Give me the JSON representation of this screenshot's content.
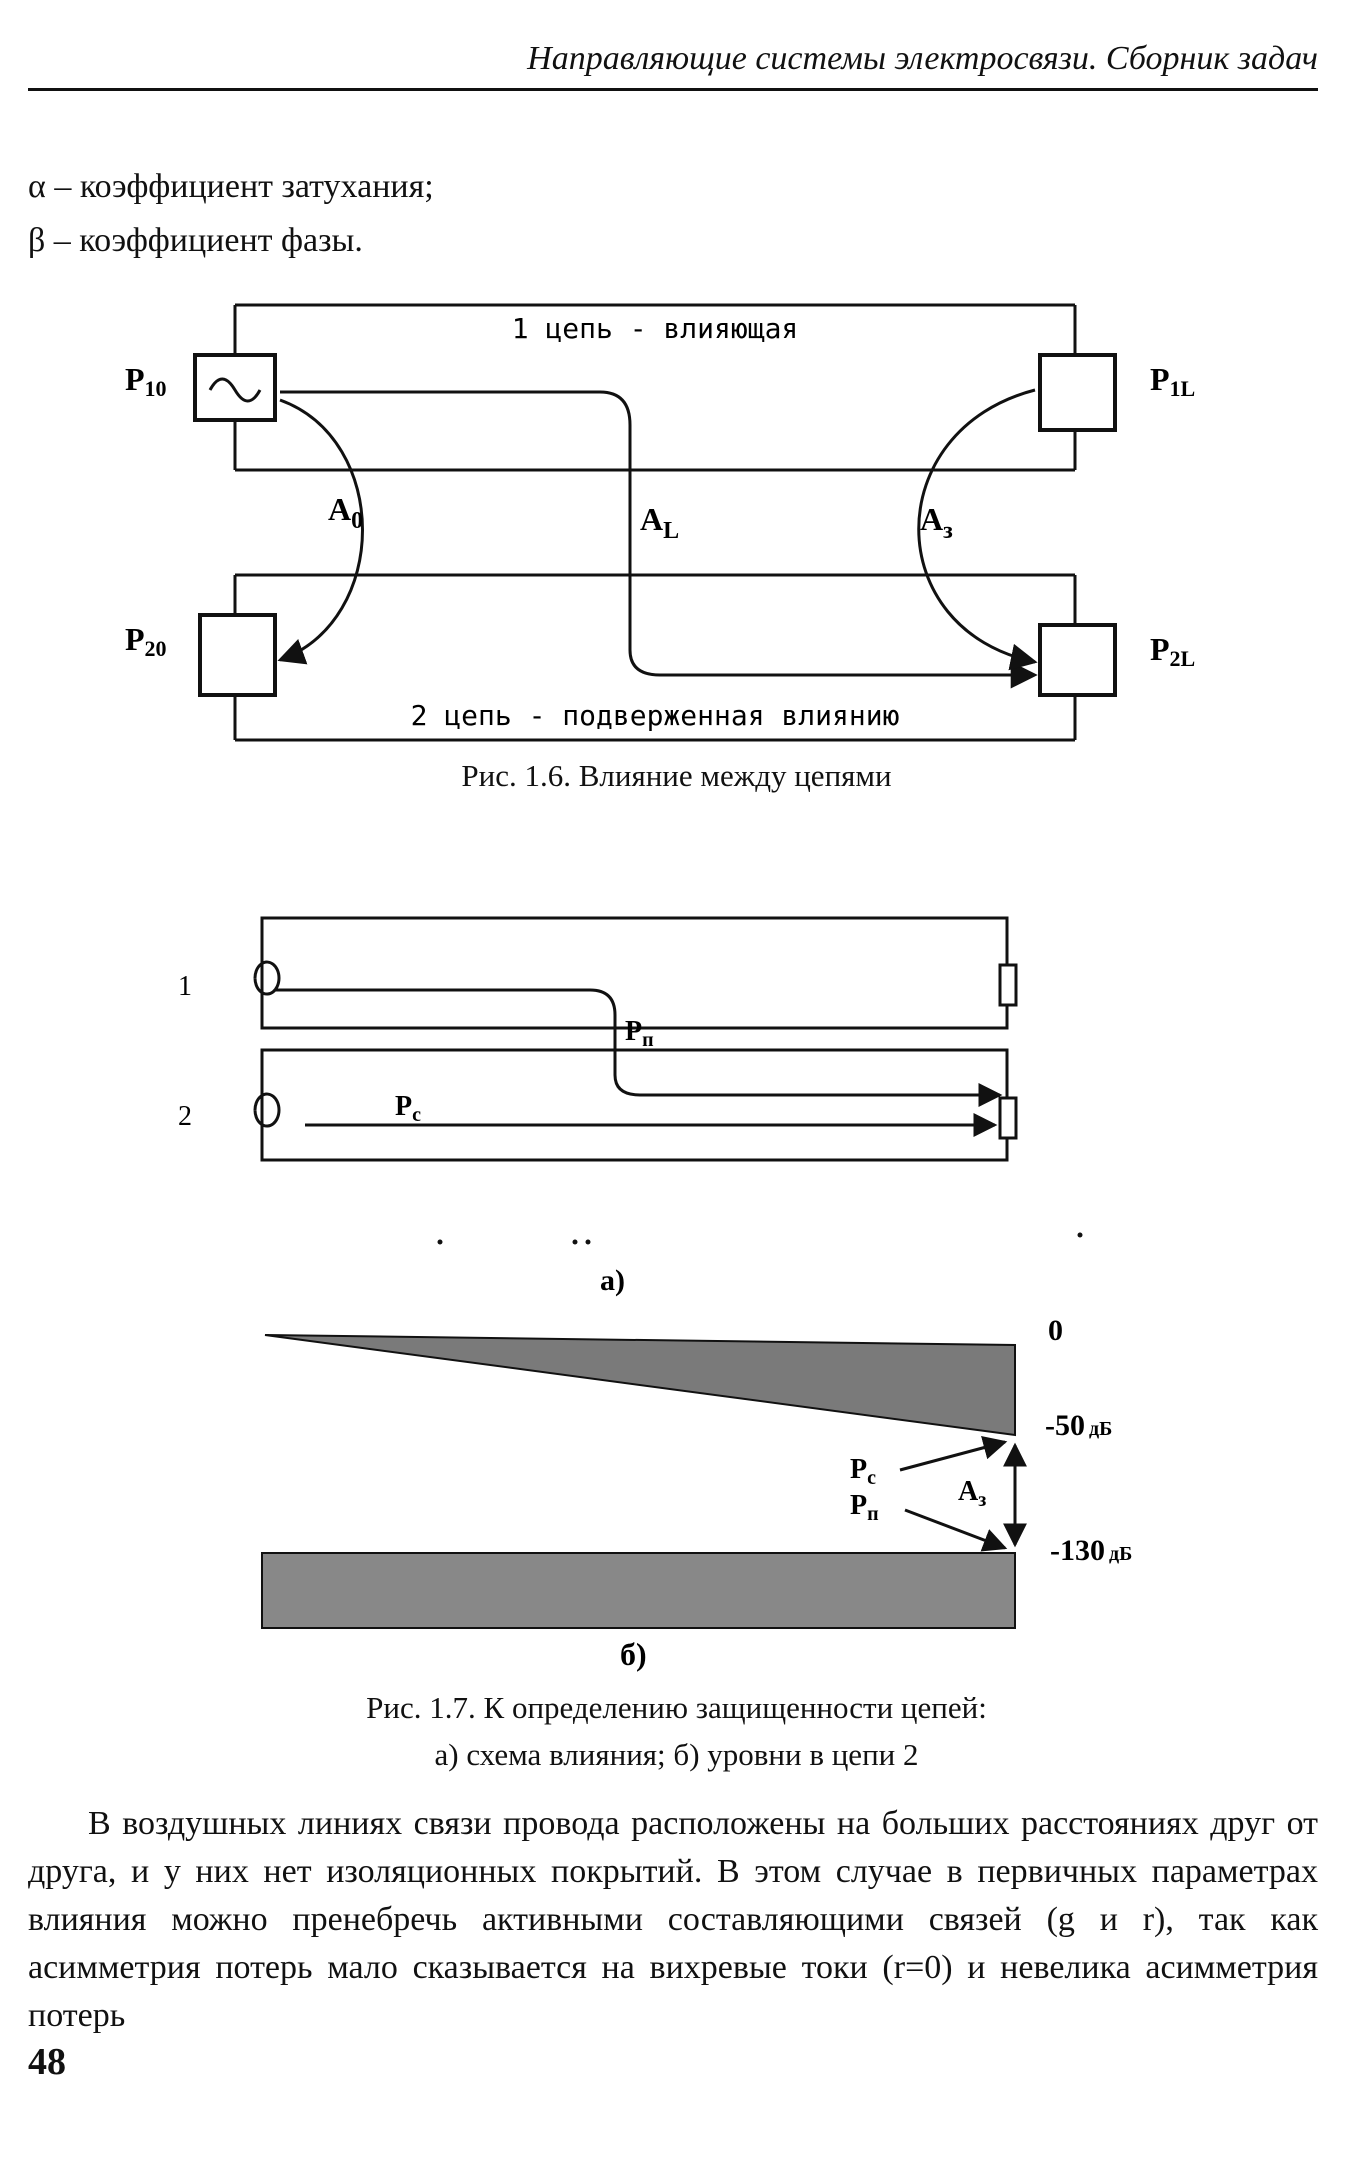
{
  "header": "Направляющие системы электросвязи. Сборник задач",
  "definitions": {
    "alpha": "α – коэффициент затухания;",
    "beta": "β – коэффициент фазы."
  },
  "fig16": {
    "circuit1_label": "1 цепь - влияющая",
    "circuit2_label": "2 цепь - подверженная влиянию",
    "p10": "P",
    "p10_sub": "10",
    "p20": "P",
    "p20_sub": "20",
    "p1l": "P",
    "p1l_sub": "1L",
    "p2l": "P",
    "p2l_sub": "2L",
    "a0": "A",
    "a0_sub": "0",
    "al": "A",
    "al_sub": "L",
    "a3": "A",
    "a3_sub": "з",
    "caption": "Рис. 1.6. Влияние между цепями"
  },
  "fig17": {
    "line1": "1",
    "line2": "2",
    "pp": "P",
    "pp_sub": "п",
    "pc": "P",
    "pc_sub": "c",
    "part_a": "а)",
    "part_b": "б)",
    "level_0": "0",
    "level_50": "-50",
    "level_130": "-130",
    "unit": "дБ",
    "az": "A",
    "az_sub": "з",
    "caption_line1": "Рис. 1.7. К определению защищенности цепей:",
    "caption_line2": "а) схема влияния; б) уровни в цепи 2"
  },
  "paragraph": "В воздушных линиях связи провода расположены на больших расстояниях друг от друга, и у них нет изоляционных покрытий. В этом случае в первичных параметрах влияния можно пренебречь активными составляющими связей (g и r), так как асимметрия потерь мало сказывается на вихревые токи (r=0) и невелика асимметрия потерь",
  "page_number": "48"
}
